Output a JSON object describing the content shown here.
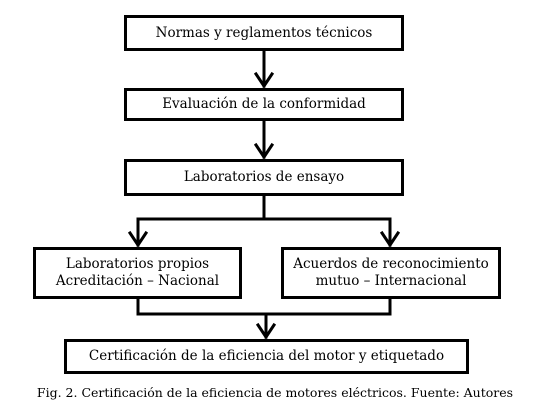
{
  "diagram": {
    "nodes": {
      "standards": {
        "label": "Normas y reglamentos técnicos"
      },
      "conformity": {
        "label": "Evaluación de la conformidad"
      },
      "test_labs": {
        "label": "Laboratorios de ensayo"
      },
      "own_labs": {
        "line1": "Laboratorios propios",
        "line2": "Acreditación – Nacional"
      },
      "mutual_agreements": {
        "line1": "Acuerdos de reconocimiento",
        "line2": "mutuo – Internacional"
      },
      "certification": {
        "label": "Certificación de la eficiencia del motor y etiquetado"
      }
    },
    "edges": [
      {
        "from": "standards",
        "to": "conformity"
      },
      {
        "from": "conformity",
        "to": "test_labs"
      },
      {
        "from": "test_labs",
        "to": "own_labs"
      },
      {
        "from": "test_labs",
        "to": "mutual_agreements"
      },
      {
        "from": "own_labs",
        "to": "certification"
      },
      {
        "from": "mutual_agreements",
        "to": "certification"
      }
    ]
  },
  "caption": "Fig. 2. Certificación de la eficiencia de motores eléctricos. Fuente: Autores",
  "colors": {
    "line": "#000000",
    "background": "#ffffff"
  }
}
